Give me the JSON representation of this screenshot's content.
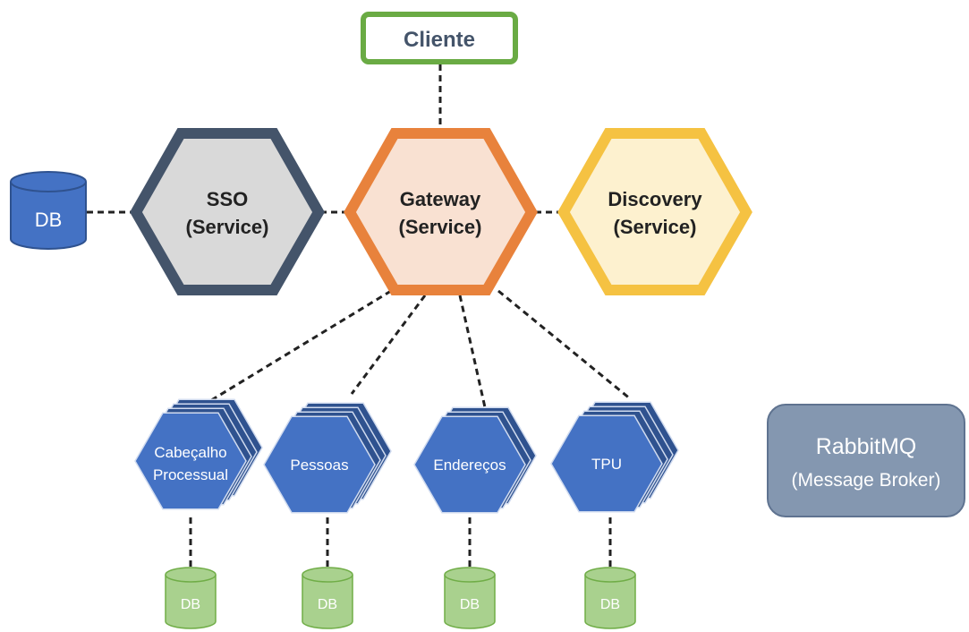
{
  "client": {
    "label": "Cliente",
    "color": "#6aab44"
  },
  "core_services": [
    {
      "id": "sso",
      "line1": "SSO",
      "line2": "(Service)",
      "fill": "#d9d9d9",
      "stroke": "#44546a"
    },
    {
      "id": "gateway",
      "line1": "Gateway",
      "line2": "(Service)",
      "fill": "#f9e1d2",
      "stroke": "#e8823c"
    },
    {
      "id": "discovery",
      "line1": "Discovery",
      "line2": "(Service)",
      "fill": "#fdf1cf",
      "stroke": "#f5c242"
    }
  ],
  "sso_db": {
    "label": "DB",
    "fill": "#4472c4",
    "stroke": "#2f528f"
  },
  "microservices": [
    {
      "id": "cabecalho",
      "line1": "Cabeçalho",
      "line2": "Processual",
      "db_label": "DB"
    },
    {
      "id": "pessoas",
      "line1": "Pessoas",
      "line2": "",
      "db_label": "DB"
    },
    {
      "id": "enderecos",
      "line1": "Endereços",
      "line2": "",
      "db_label": "DB"
    },
    {
      "id": "tpu",
      "line1": "TPU",
      "line2": "",
      "db_label": "DB"
    }
  ],
  "micro_colors": {
    "fill": "#4472c4",
    "back": "#2f528f",
    "edge": "#d0dbef",
    "db_fill": "#a9d18e",
    "db_stroke": "#70ad47"
  },
  "broker": {
    "line1": "RabbitMQ",
    "line2": "(Message Broker)",
    "fill": "#8497b0",
    "stroke": "#5f7390"
  }
}
